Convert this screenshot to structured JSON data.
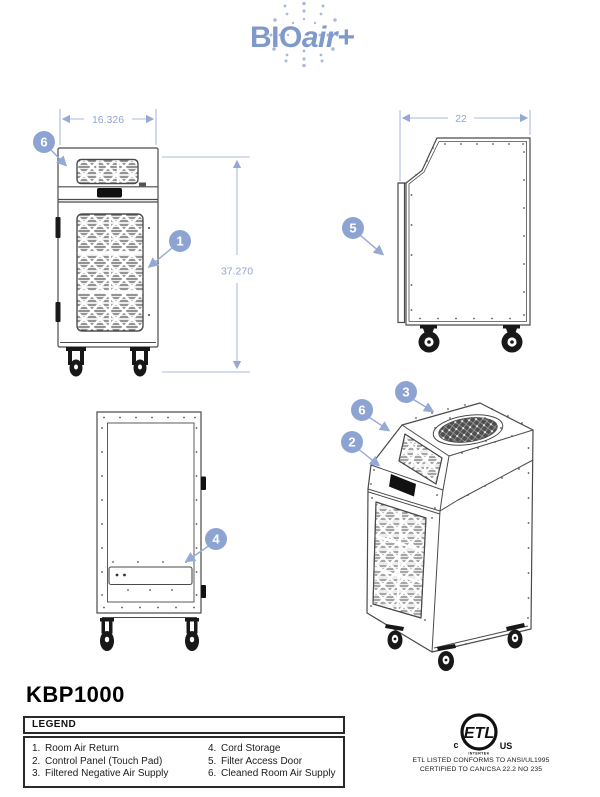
{
  "brand": {
    "name_bold": "BIO",
    "name_italic": "air+"
  },
  "title": {
    "model": "KBP1000"
  },
  "drawings": {
    "front": {
      "dim_width": "16.326",
      "dim_height": "37.270",
      "callout_clean_air": "6",
      "callout_room_air": "1"
    },
    "side": {
      "dim_depth": "22",
      "callout_filter_door": "5"
    },
    "rear": {
      "callout_cord_storage": "4"
    },
    "iso": {
      "callout_negative_air": "3",
      "callout_clean_air": "6",
      "callout_control": "2"
    }
  },
  "legend": {
    "title": "LEGEND",
    "items": [
      {
        "n": "1.",
        "t": "Room Air Return"
      },
      {
        "n": "2.",
        "t": "Control Panel (Touch Pad)"
      },
      {
        "n": "3.",
        "t": "Filtered Negative Air Supply"
      },
      {
        "n": "4.",
        "t": "Cord Storage"
      },
      {
        "n": "5.",
        "t": "Filter Access Door"
      },
      {
        "n": "6.",
        "t": "Cleaned Room Air Supply"
      }
    ]
  },
  "certification": {
    "mark": "ETL",
    "prefix": "c",
    "suffix": "US",
    "company": "INTERTEK",
    "line1": "ETL LISTED CONFORMS TO ANSI/UL1995",
    "line2": "CERTIFIED TO CAN/CSA 22.2 NO 235"
  },
  "colors": {
    "accent": "#8da4d3",
    "dimension": "#94a9d6",
    "line_art": "#4a4a4a"
  }
}
